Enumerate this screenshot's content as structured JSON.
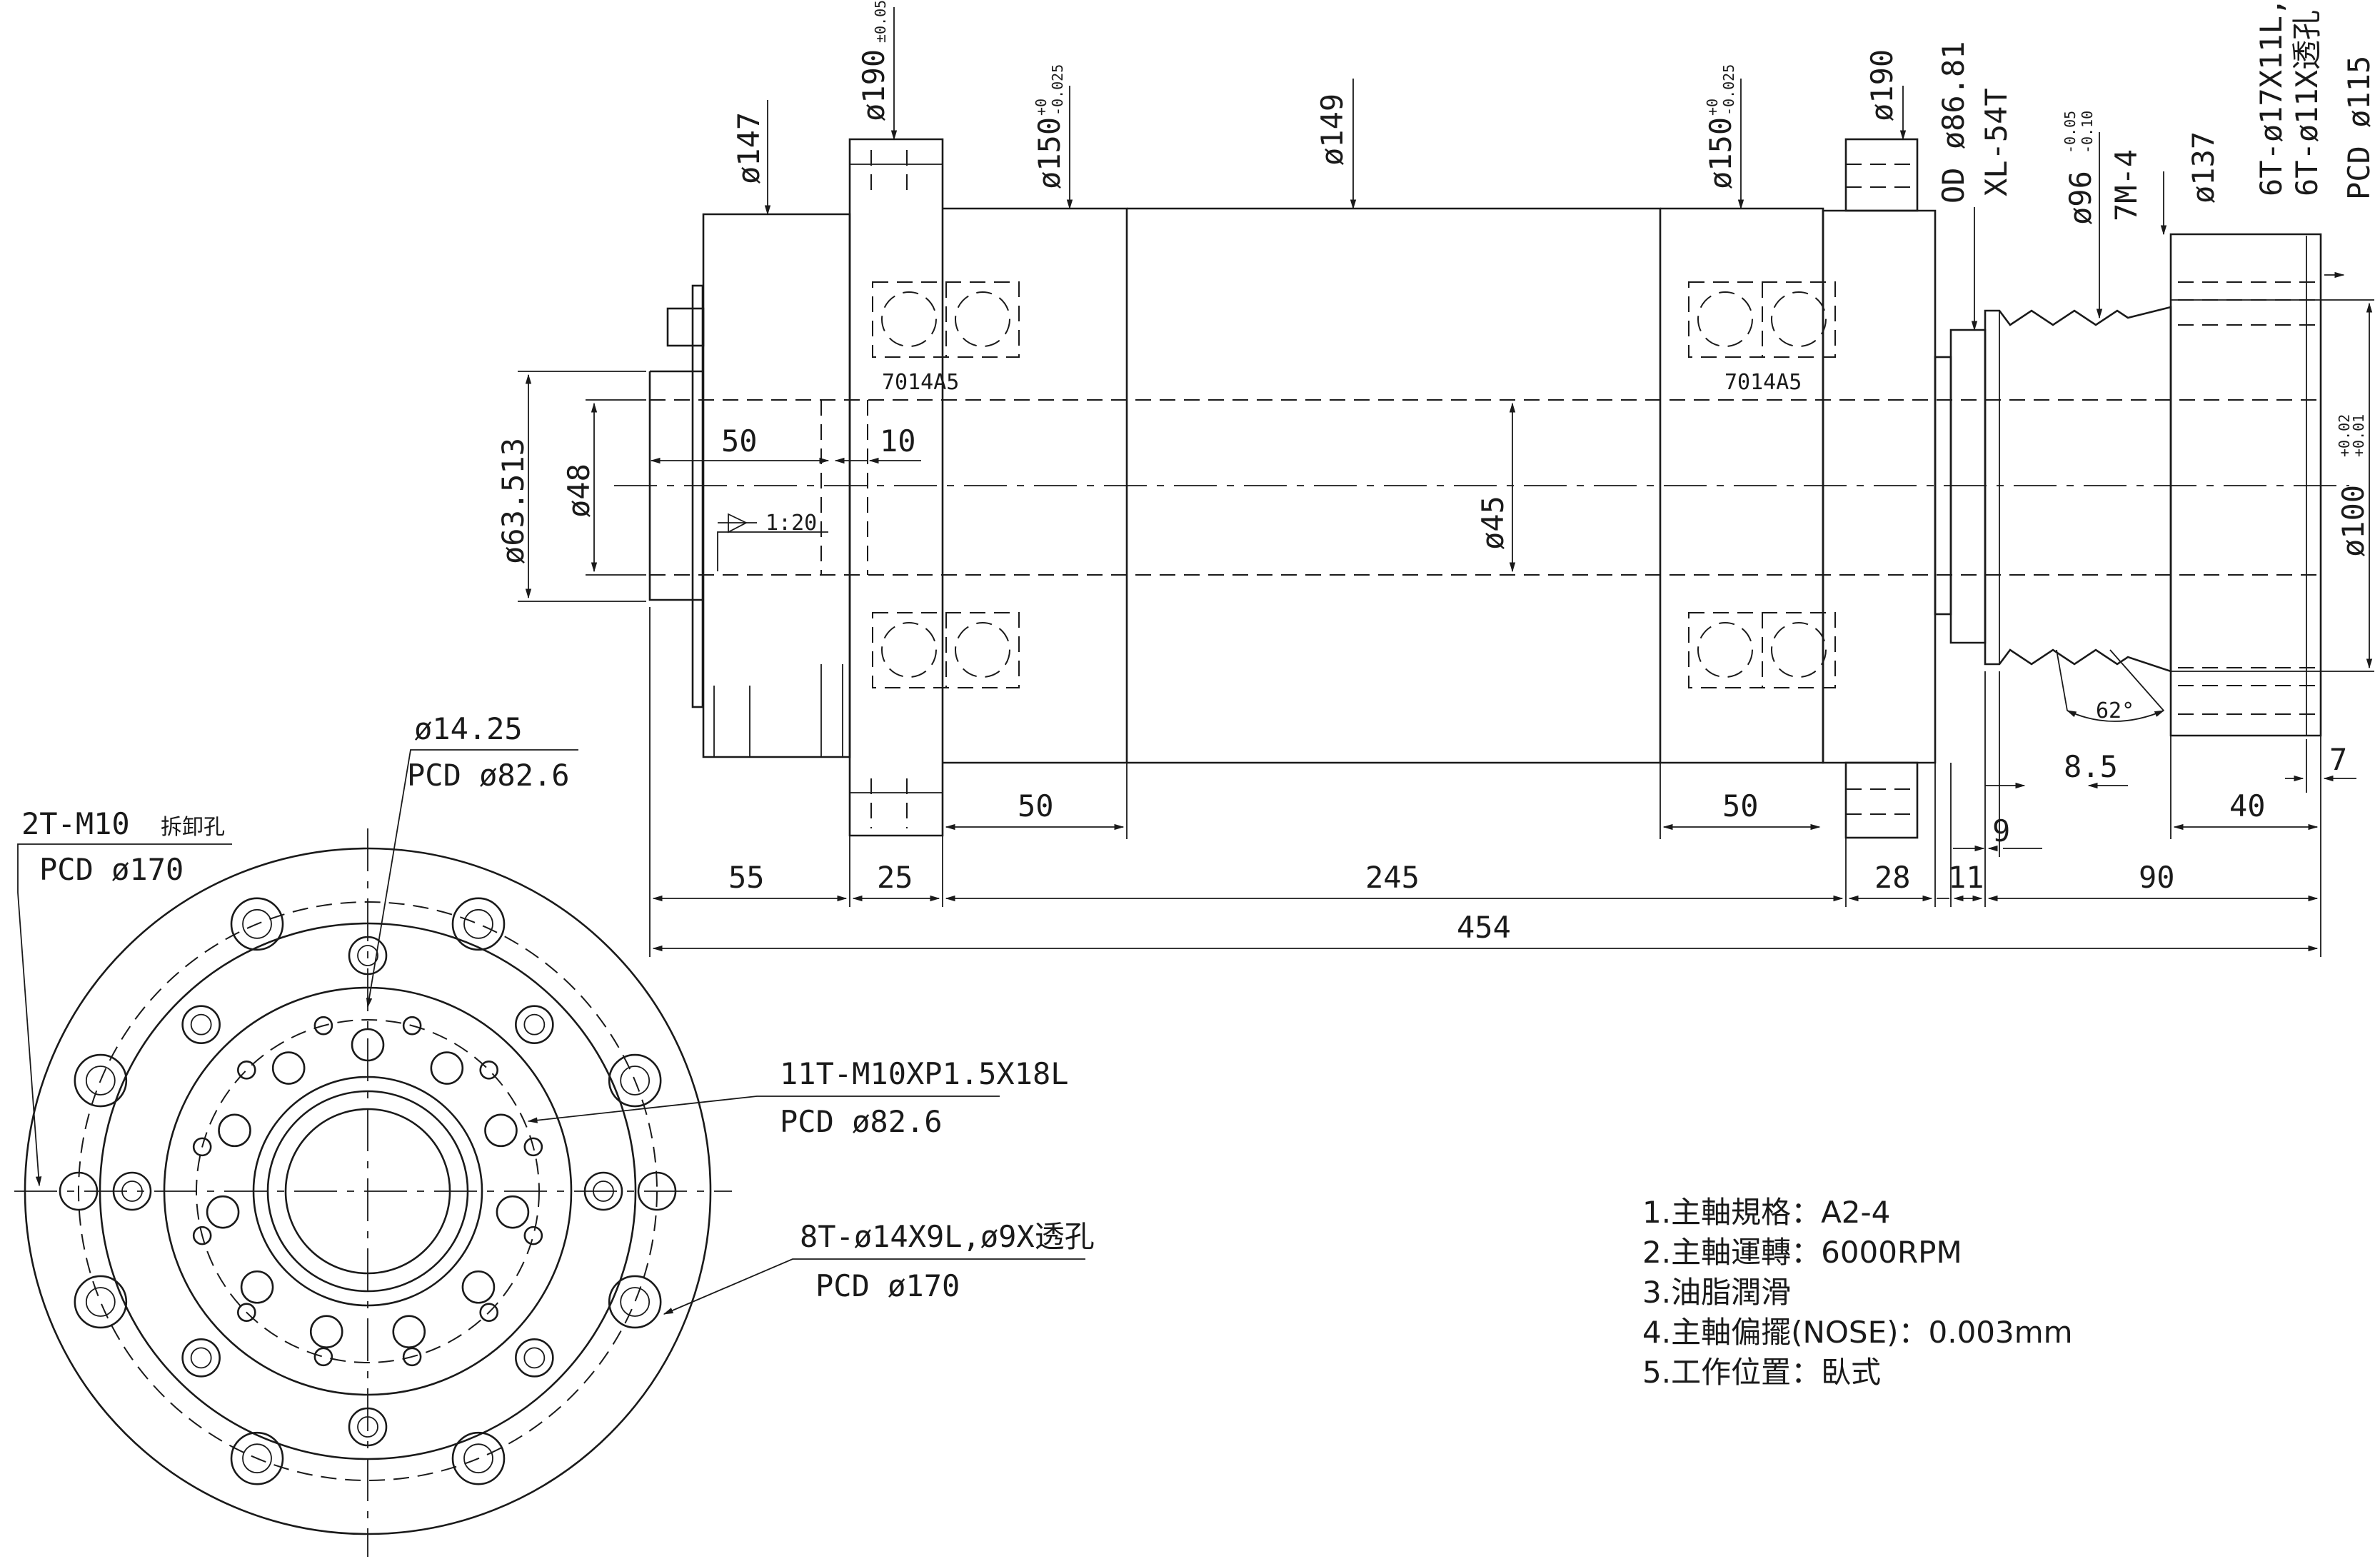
{
  "bearings": {
    "front": "7014A5",
    "rear": "7014A5"
  },
  "top_dims": {
    "d147": "ø147",
    "d190_front": "ø190",
    "d190_front_tol": "±0.05",
    "d150_front": "ø150",
    "d150_front_tol_up": "+0",
    "d150_front_tol_low": "-0.025",
    "d149": "ø149",
    "d150_rear": "ø150",
    "d150_rear_tol_up": "+0",
    "d150_rear_tol_low": "-0.025",
    "d190_rear": "ø190",
    "od": "OD ø86.81",
    "belt": "XL-54T",
    "d96": "ø96",
    "d96_tol_up": "-0.05",
    "d96_tol_low": "-0.10",
    "groove": "7M-4",
    "d137": "ø137",
    "holes_a": "6T-ø17X11L,",
    "holes_b": "6T-ø11X透孔",
    "pcd115": "PCD ø115"
  },
  "left_dims": {
    "d63": "ø63.513",
    "d48": "ø48",
    "dep50": "50",
    "dep10": "10",
    "taper": "1:20"
  },
  "mid_dims": {
    "d45": "ø45",
    "d100": "ø100",
    "d100_tol_up": "+0.02",
    "d100_tol_low": "+0.01",
    "angle": "62°"
  },
  "bottom_dims": {
    "d50_left": "50",
    "d50_right": "50",
    "d8_5": "8.5",
    "d7": "7",
    "d40": "40",
    "d9": "9",
    "d55": "55",
    "d25": "25",
    "d245": "245",
    "d28": "28",
    "d11": "11",
    "d90": "90",
    "d454": "454"
  },
  "callouts": {
    "c1_a": "ø14.25",
    "c1_b": "PCD ø82.6",
    "c2_a": "2T-M10",
    "c2_a2": "拆卸孔",
    "c2_b": "PCD ø170",
    "c3_a": "11T-M10XP1.5X18L",
    "c3_b": "PCD ø82.6",
    "c4_a": "8T-ø14X9L,ø9X透孔",
    "c4_b": "PCD ø170"
  },
  "notes": [
    "1.主軸規格：A2-4",
    "2.主軸運轉：6000RPM",
    "3.油脂潤滑",
    "4.主軸偏擺(NOSE)：0.003mm",
    "5.工作位置：臥式"
  ]
}
